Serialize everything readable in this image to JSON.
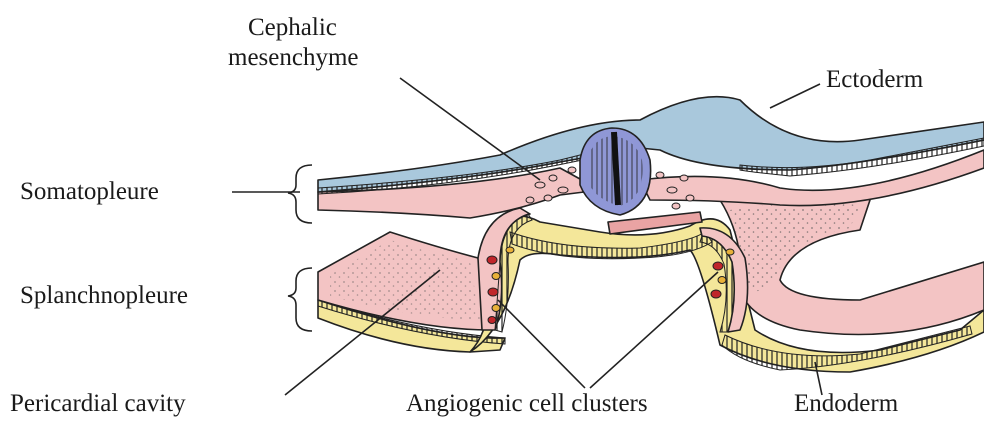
{
  "labels": {
    "cephalic_mesenchyme_line1": "Cephalic",
    "cephalic_mesenchyme_line2": "mesenchyme",
    "ectoderm": "Ectoderm",
    "somatopleure": "Somatopleure",
    "splanchnopleure": "Splanchnopleure",
    "pericardial_cavity": "Pericardial cavity",
    "angiogenic_cell_clusters": "Angiogenic cell clusters",
    "endoderm": "Endoderm"
  },
  "colors": {
    "ectoderm": "#a9c8dc",
    "mesoderm": "#f3c4c4",
    "endoderm": "#f4e79a",
    "neural_tube": "#8f97d6",
    "cell_red": "#c0262b",
    "cell_yellow": "#e8b13a",
    "outline": "#222222"
  }
}
